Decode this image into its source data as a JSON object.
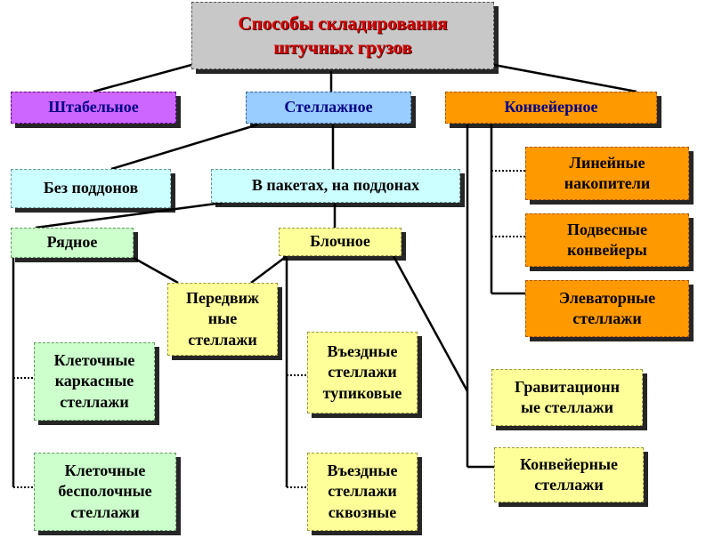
{
  "title": "Способы складирования\nштучных  грузов",
  "level1": {
    "stacking": "Штабельное",
    "rack": "Стеллажное",
    "conveyor": "Конвейерное"
  },
  "rack_children": {
    "no_pallets": "Без поддонов",
    "in_packages": "В пакетах, на поддонах"
  },
  "package_children": {
    "row": "Рядное",
    "block": "Блочное"
  },
  "row_children": {
    "cell_frame": "Клеточные\nкаркасные\nстеллажи",
    "cell_shelfless": "Клеточные\nбесполочные\nстеллажи"
  },
  "mobile_racks": "Передвиж\nные\nстеллажи",
  "block_children": {
    "drive_in_deadend": "Въездные\nстеллажи\nтупиковые",
    "drive_in_through": "Въездные\nстеллажи\nсквозные",
    "gravity": "Гравитационн\nые стеллажи",
    "conveyor_racks": "Конвейерные\nстеллажи"
  },
  "conveyor_children": {
    "linear": "Линейные\nнакопители",
    "overhead": "Подвесные\nконвейеры",
    "elevator": "Элеваторные\nстеллажи"
  }
}
